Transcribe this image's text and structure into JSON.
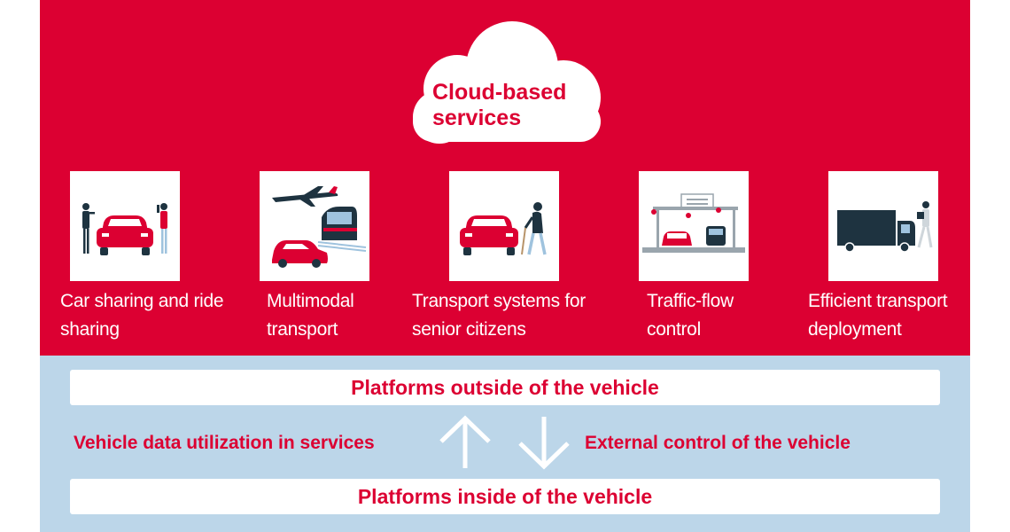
{
  "cloud": {
    "label": "Cloud-based services"
  },
  "services": [
    {
      "id": "car-sharing",
      "label": "Car sharing and ride sharing"
    },
    {
      "id": "multimodal",
      "label": "Multimodal transport"
    },
    {
      "id": "senior",
      "label": "Transport systems for senior citizens"
    },
    {
      "id": "traffic",
      "label": "Traffic-flow control"
    },
    {
      "id": "efficient",
      "label": "Efficient transport deployment"
    }
  ],
  "platforms": {
    "outside": "Platforms outside of the vehicle",
    "inside": "Platforms inside of the vehicle"
  },
  "flows": {
    "up": "Vehicle data utilization in services",
    "down": "External control of the vehicle"
  },
  "colors": {
    "brand_red": "#dc0032",
    "light_blue": "#bcd6e9",
    "dark": "#1e3340",
    "white": "#ffffff"
  }
}
